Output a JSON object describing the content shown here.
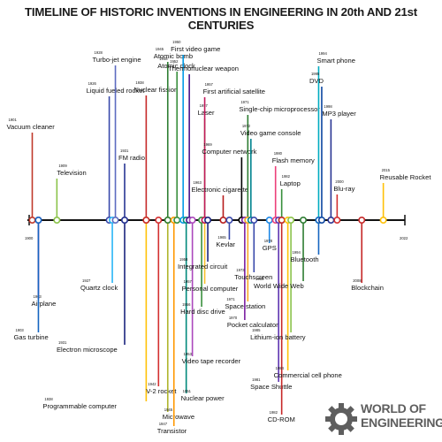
{
  "title": "TIMELINE OF HISTORIC INVENTIONS IN ENGINEERING IN 20th AND 21st CENTURIES",
  "axis": {
    "start_year": "1900",
    "end_year": "2022"
  },
  "brand": {
    "line1": "WORLD OF",
    "line2": "ENGINEERING",
    "logo": "gear-logo-icon"
  },
  "events": [
    {
      "year": "1901",
      "name": "Vacuum cleaner",
      "side": "up",
      "color": "#c0392b"
    },
    {
      "year": "1903",
      "name": "Airplane",
      "side": "down",
      "color": "#7b1fa2"
    },
    {
      "year": "1903",
      "name": "Gas turbine",
      "side": "down",
      "color": "#1565c0"
    },
    {
      "year": "1909",
      "name": "Television",
      "side": "up",
      "color": "#8bc34a"
    },
    {
      "year": "1926",
      "name": "Liquid fueled rocket",
      "side": "up",
      "color": "#3949ab"
    },
    {
      "year": "1927",
      "name": "Quartz clock",
      "side": "down",
      "color": "#29b6f6"
    },
    {
      "year": "1928",
      "name": "Turbo-jet engine",
      "side": "up",
      "color": "#5c6bc0"
    },
    {
      "year": "1931",
      "name": "Electron microscope",
      "side": "down",
      "color": "#1a237e"
    },
    {
      "year": "1931",
      "name": "FM radio",
      "side": "up",
      "color": "#283593"
    },
    {
      "year": "1938",
      "name": "Programmable computer",
      "side": "down",
      "color": "#ffc107"
    },
    {
      "year": "1938",
      "name": "Nuclear fission",
      "side": "up",
      "color": "#c62828"
    },
    {
      "year": "1942",
      "name": "V-2 rocket",
      "side": "down",
      "color": "#d32f2f"
    },
    {
      "year": "1945",
      "name": "Microwave",
      "side": "down",
      "color": "#afb42b"
    },
    {
      "year": "1945",
      "name": "Atomic bomb",
      "side": "up",
      "color": "#2e7d32"
    },
    {
      "year": "1947",
      "name": "Transistor",
      "side": "down",
      "color": "#ff9800"
    },
    {
      "year": "1948",
      "name": "Atomic clock",
      "side": "up",
      "color": "#388e3c"
    },
    {
      "year": "1950",
      "name": "First video game",
      "side": "up",
      "color": "#039be5"
    },
    {
      "year": "1951",
      "name": "Nuclear power",
      "side": "down",
      "color": "#00897b"
    },
    {
      "year": "1952",
      "name": "Thermonuclear weapon",
      "side": "up",
      "color": "#4a148c"
    },
    {
      "year": "1953",
      "name": "Video tape recorder",
      "side": "down",
      "color": "#ab47bc"
    },
    {
      "year": "1956",
      "name": "Hard disc drive",
      "side": "down",
      "color": "#388e3c"
    },
    {
      "year": "1957",
      "name": "Personal computer",
      "side": "down",
      "color": "#fbc02d"
    },
    {
      "year": "1957",
      "name": "Laser",
      "side": "up",
      "color": "#8bc34a"
    },
    {
      "year": "1957",
      "name": "First artificial satellite",
      "side": "up",
      "color": "#c2185b"
    },
    {
      "year": "1958",
      "name": "Integrated circuit",
      "side": "down",
      "color": "#1a237e"
    },
    {
      "year": "1963",
      "name": "Electronic cigarette",
      "side": "up",
      "color": "#b71c1c"
    },
    {
      "year": "1965",
      "name": "Kevlar",
      "side": "down",
      "color": "#3949ab"
    },
    {
      "year": "1969",
      "name": "Computer network",
      "side": "up",
      "color": "#000000"
    },
    {
      "year": "1970",
      "name": "Pocket calculator",
      "side": "down",
      "color": "#7b1fa2"
    },
    {
      "year": "1971",
      "name": "Single-chip microprocessor",
      "side": "up",
      "color": "#2e7d32"
    },
    {
      "year": "1971",
      "name": "Space station",
      "side": "down",
      "color": "#f9a825"
    },
    {
      "year": "1972",
      "name": "Video game console",
      "side": "up",
      "color": "#00838f"
    },
    {
      "year": "1973",
      "name": "Touchscreen",
      "side": "down",
      "color": "#3949ab"
    },
    {
      "year": "1978",
      "name": "GPS",
      "side": "down",
      "color": "#1e88e5"
    },
    {
      "year": "1980",
      "name": "Flash memory",
      "side": "up",
      "color": "#ec407a"
    },
    {
      "year": "1981",
      "name": "Space Shuttle",
      "side": "down",
      "color": "#5e35b1"
    },
    {
      "year": "1982",
      "name": "Laptop",
      "side": "up",
      "color": "#388e3c"
    },
    {
      "year": "1982",
      "name": "CD-ROM",
      "side": "down",
      "color": "#c62828"
    },
    {
      "year": "1984",
      "name": "Commercial cell phone",
      "side": "down",
      "color": "#ffc107"
    },
    {
      "year": "1985",
      "name": "Lithium-ion battery",
      "side": "down",
      "color": "#8bc34a"
    },
    {
      "year": "1989",
      "name": "World Wide Web",
      "side": "down",
      "color": "#2e7d32"
    },
    {
      "year": "1994",
      "name": "Smart phone",
      "side": "up",
      "color": "#00acc1"
    },
    {
      "year": "1994",
      "name": "Bluetooth",
      "side": "down",
      "color": "#1565c0"
    },
    {
      "year": "1995",
      "name": "DVD",
      "side": "up",
      "color": "#0d47a1"
    },
    {
      "year": "1998",
      "name": "MP3 player",
      "side": "up",
      "color": "#283593"
    },
    {
      "year": "2000",
      "name": "Blu-ray",
      "side": "up",
      "color": "#d32f2f"
    },
    {
      "year": "2008",
      "name": "Blockchain",
      "side": "down",
      "color": "#c62828"
    },
    {
      "year": "2015",
      "name": "Reusable Rocket",
      "side": "up",
      "color": "#ffc107"
    }
  ]
}
